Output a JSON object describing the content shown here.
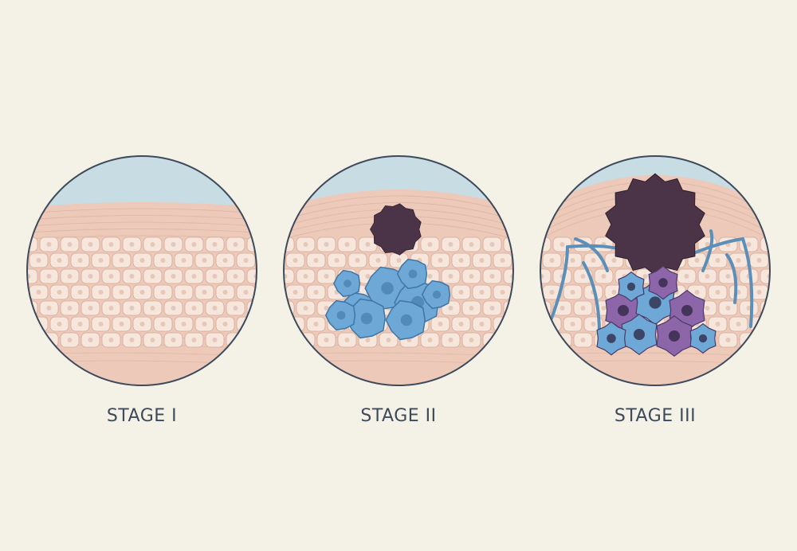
{
  "stages": [
    {
      "label": "STAGE I"
    },
    {
      "label": "STAGE II"
    },
    {
      "label": "STAGE III"
    }
  ],
  "colors": {
    "background": "#f4f1e7",
    "sky": "#c8dce3",
    "skin": "#ecc9b8",
    "cell": "#f6e6dc",
    "cell_border": "#d6a999",
    "outline": "#3d4a5c",
    "blue_cell": "#6ea8d6",
    "dark_tumor": "#4b3448",
    "purple_cell": "#8c66a8",
    "vessel": "#5c8fb8"
  }
}
